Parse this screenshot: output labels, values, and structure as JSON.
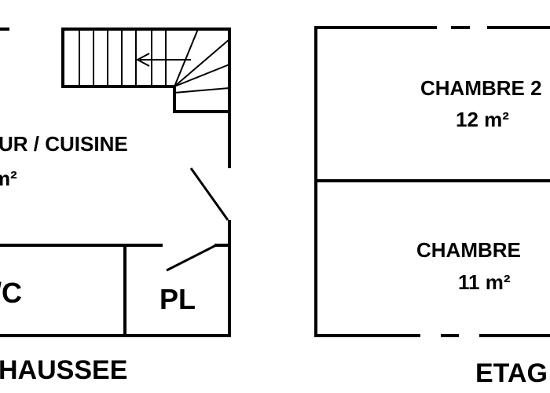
{
  "ground_floor": {
    "label": "HAUSSEE",
    "rooms": {
      "sejour": {
        "name": "UR / CUISINE",
        "area": "m²"
      },
      "wc": {
        "name": "/C"
      },
      "placard": {
        "name": "PL"
      }
    }
  },
  "upper_floor": {
    "label": "ETAG",
    "rooms": {
      "chambre2": {
        "name": "CHAMBRE 2",
        "area": "12 m²"
      },
      "chambre1": {
        "name": "CHAMBRE",
        "area": "11 m²"
      }
    }
  }
}
